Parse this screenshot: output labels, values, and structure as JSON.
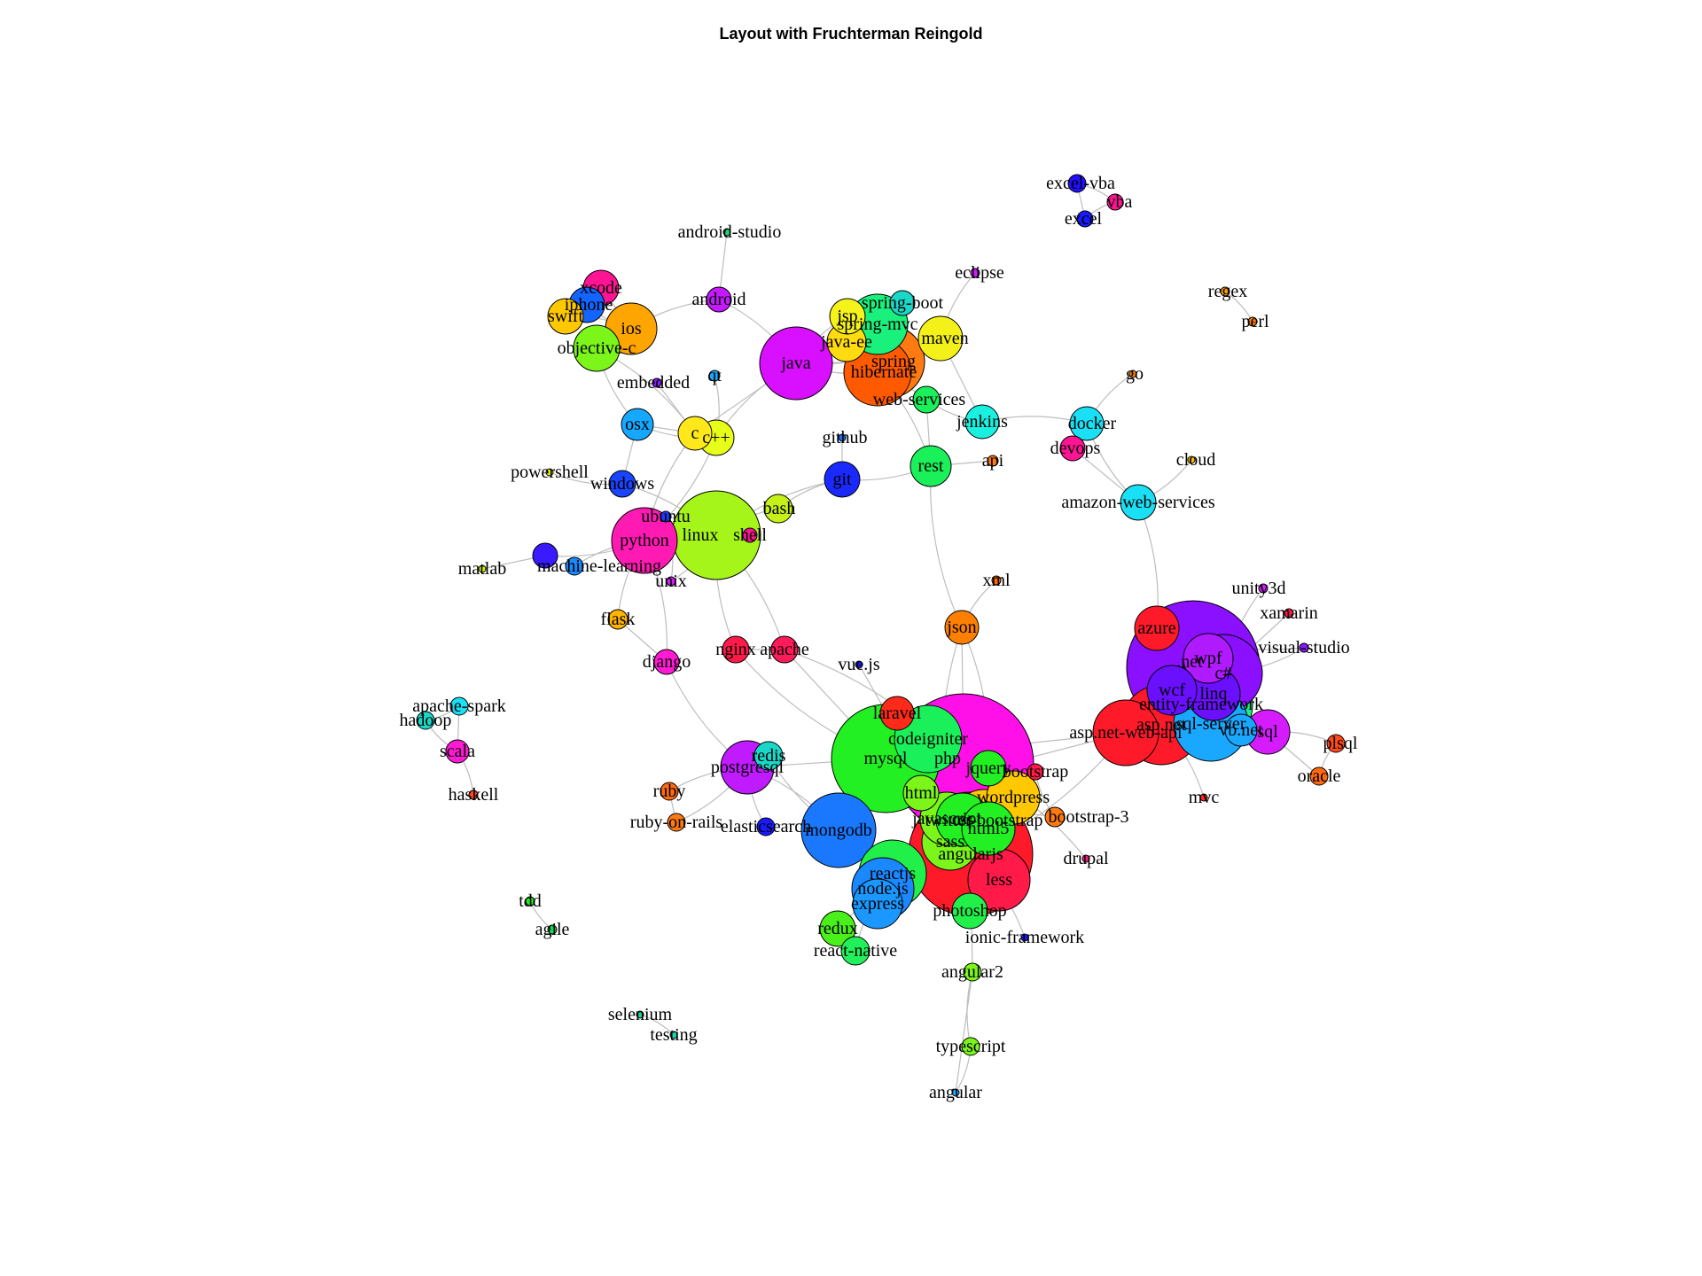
{
  "title": "Layout with Fruchterman Reingold",
  "graph": {
    "nodes": [
      {
        "id": "excel-vba",
        "label": "excel-vba",
        "color": "#2010ff"
      },
      {
        "id": "vba",
        "label": "vba",
        "color": "#ff1493"
      },
      {
        "id": "excel",
        "label": "excel",
        "color": "#1a1aff"
      },
      {
        "id": "android-studio",
        "label": "android-studio",
        "color": "#22d37a"
      },
      {
        "id": "eclipse",
        "label": "eclipse",
        "color": "#d41cff"
      },
      {
        "id": "regex",
        "label": "regex",
        "color": "#ff9f00"
      },
      {
        "id": "perl",
        "label": "perl",
        "color": "#ff8000"
      },
      {
        "id": "xcode",
        "label": "xcode",
        "color": "#ff1493"
      },
      {
        "id": "iphone",
        "label": "iphone",
        "color": "#1464ff"
      },
      {
        "id": "swift",
        "label": "swift",
        "color": "#ffc800"
      },
      {
        "id": "ios",
        "label": "ios",
        "color": "#ffa500"
      },
      {
        "id": "objective-c",
        "label": "objective-c",
        "color": "#7cf51a"
      },
      {
        "id": "android",
        "label": "android",
        "color": "#c51aff"
      },
      {
        "id": "spring-boot",
        "label": "spring-boot",
        "color": "#1ad8c8"
      },
      {
        "id": "jsp",
        "label": "jsp",
        "color": "#f6f31a"
      },
      {
        "id": "spring-mvc",
        "label": "spring-mvc",
        "color": "#1af07c"
      },
      {
        "id": "java-ee",
        "label": "java-ee",
        "color": "#ffdc10"
      },
      {
        "id": "maven",
        "label": "maven",
        "color": "#f4f01a"
      },
      {
        "id": "java",
        "label": "java",
        "color": "#d90fff"
      },
      {
        "id": "spring",
        "label": "spring",
        "color": "#ff7a10"
      },
      {
        "id": "hibernate",
        "label": "hibernate",
        "color": "#ff5a00"
      },
      {
        "id": "go",
        "label": "go",
        "color": "#ff8000"
      },
      {
        "id": "embedded",
        "label": "embedded",
        "color": "#8a1aff"
      },
      {
        "id": "qt",
        "label": "qt",
        "color": "#1aa8ff"
      },
      {
        "id": "web-services",
        "label": "web-services",
        "color": "#1af05a"
      },
      {
        "id": "jenkins",
        "label": "jenkins",
        "color": "#1af0e0"
      },
      {
        "id": "docker",
        "label": "docker",
        "color": "#1ae0f5"
      },
      {
        "id": "devops",
        "label": "devops",
        "color": "#ff1493"
      },
      {
        "id": "osx",
        "label": "osx",
        "color": "#16a8ff"
      },
      {
        "id": "c",
        "label": "c",
        "color": "#ffe81a"
      },
      {
        "id": "c++",
        "label": "c++",
        "color": "#e8ff1a"
      },
      {
        "id": "github",
        "label": "github",
        "color": "#1a6aff"
      },
      {
        "id": "cloud",
        "label": "cloud",
        "color": "#ffbe00"
      },
      {
        "id": "api",
        "label": "api",
        "color": "#ff7a10"
      },
      {
        "id": "rest",
        "label": "rest",
        "color": "#1af05a"
      },
      {
        "id": "powershell",
        "label": "powershell",
        "color": "#e0f000"
      },
      {
        "id": "git",
        "label": "git",
        "color": "#1a2aff"
      },
      {
        "id": "windows",
        "label": "windows",
        "color": "#1a44ff"
      },
      {
        "id": "amazon-web-services",
        "label": "amazon-web-services",
        "color": "#1ae0f5"
      },
      {
        "id": "bash",
        "label": "bash",
        "color": "#c6f01a"
      },
      {
        "id": "ubuntu",
        "label": "ubuntu",
        "color": "#1a3aff"
      },
      {
        "id": "linux",
        "label": "linux",
        "color": "#a6f51a"
      },
      {
        "id": "shell",
        "label": "shell",
        "color": "#ff1493"
      },
      {
        "id": "python",
        "label": "python",
        "color": "#ff1ab4"
      },
      {
        "id": "machine-learning",
        "label": "machine-learning",
        "color": "#1a88ff"
      },
      {
        "id": "ml-blue",
        "label": "",
        "color": "#3a1aff"
      },
      {
        "id": "matlab",
        "label": "matlab",
        "color": "#d4f000"
      },
      {
        "id": "unix",
        "label": "unix",
        "color": "#d41cff"
      },
      {
        "id": "xml",
        "label": "xml",
        "color": "#ff6a00"
      },
      {
        "id": "unity3d",
        "label": "unity3d",
        "color": "#d41cff"
      },
      {
        "id": "xamarin",
        "label": "xamarin",
        "color": "#ff1a4a"
      },
      {
        "id": "flask",
        "label": "flask",
        "color": "#ffb400"
      },
      {
        "id": "json",
        "label": "json",
        "color": "#ff8000"
      },
      {
        "id": "azure",
        "label": "azure",
        "color": "#ff1a2a"
      },
      {
        "id": "visual-studio",
        "label": "visual-studio",
        "color": "#8a1aff"
      },
      {
        "id": "nginx",
        "label": "nginx",
        "color": "#ff1a4a"
      },
      {
        "id": "apache",
        "label": "apache",
        "color": "#ff1a5a"
      },
      {
        "id": "django",
        "label": "django",
        "color": "#ff1ad4"
      },
      {
        "id": "vue.js",
        "label": "vue.js",
        "color": "#1a1aff"
      },
      {
        "id": "wpf",
        "label": "wpf",
        "color": "#b01aff"
      },
      {
        "id": ".net",
        "label": ".net",
        "color": "#8a10ff"
      },
      {
        "id": "c#",
        "label": "c#",
        "color": "#8a10ff"
      },
      {
        "id": "apache-spark",
        "label": "apache-spark",
        "color": "#1ae0f5"
      },
      {
        "id": "hadoop",
        "label": "hadoop",
        "color": "#1ad8c8"
      },
      {
        "id": "wcf",
        "label": "wcf",
        "color": "#6a10ff"
      },
      {
        "id": "linq",
        "label": "linq",
        "color": "#6a10ff"
      },
      {
        "id": "entity-framework",
        "label": "entity-framework",
        "color": "#1af08a"
      },
      {
        "id": "laravel",
        "label": "laravel",
        "color": "#ff2a1a"
      },
      {
        "id": "sql-server",
        "label": "sql-server",
        "color": "#1aa8ff"
      },
      {
        "id": "asp.net",
        "label": "asp.net",
        "color": "#ff1a2a"
      },
      {
        "id": "scala",
        "label": "scala",
        "color": "#ff1ad4"
      },
      {
        "id": "codeigniter",
        "label": "codeigniter",
        "color": "#1af05a"
      },
      {
        "id": "php",
        "label": "php",
        "color": "#ff10e8"
      },
      {
        "id": "asp.net-web-api",
        "label": "asp.net-web-api",
        "color": "#ff1a2a"
      },
      {
        "id": "vb.net",
        "label": "vb.net",
        "color": "#1aa8ff"
      },
      {
        "id": "sql",
        "label": "sql",
        "color": "#d41cff"
      },
      {
        "id": "plsql",
        "label": "plsql",
        "color": "#ff4a1a"
      },
      {
        "id": "redis",
        "label": "redis",
        "color": "#1ad8c8"
      },
      {
        "id": "mysql",
        "label": "mysql",
        "color": "#22f022"
      },
      {
        "id": "jquery",
        "label": "jquery",
        "color": "#22f022"
      },
      {
        "id": "bootstrap",
        "label": "bootstrap",
        "color": "#ff1a4a"
      },
      {
        "id": "postgresql",
        "label": "postgresql",
        "color": "#c01aff"
      },
      {
        "id": "oracle",
        "label": "oracle",
        "color": "#ff6a10"
      },
      {
        "id": "ruby",
        "label": "ruby",
        "color": "#ff6a10"
      },
      {
        "id": "html",
        "label": "html",
        "color": "#7cf51a"
      },
      {
        "id": "wordpress",
        "label": "wordpress",
        "color": "#ffc800"
      },
      {
        "id": "haskell",
        "label": "haskell",
        "color": "#ff4a1a"
      },
      {
        "id": "mvc",
        "label": "mvc",
        "color": "#ff2a1a"
      },
      {
        "id": "bootstrap-3",
        "label": "bootstrap-3",
        "color": "#ff7a10"
      },
      {
        "id": "javascript",
        "label": "javascript",
        "color": "#7cf51a"
      },
      {
        "id": "twitter-bootstrap",
        "label": "twitter-bootstrap",
        "color": "#ffc800"
      },
      {
        "id": "ruby-on-rails",
        "label": "ruby-on-rails",
        "color": "#ff7a10"
      },
      {
        "id": "elasticsearch",
        "label": "elasticsearch",
        "color": "#1a1aff"
      },
      {
        "id": "mongodb",
        "label": "mongodb",
        "color": "#1a78ff"
      },
      {
        "id": "css",
        "label": "css",
        "color": "#22f022"
      },
      {
        "id": "html5",
        "label": "html5",
        "color": "#22f022"
      },
      {
        "id": "sass",
        "label": "sass",
        "color": "#7cf51a"
      },
      {
        "id": "angularjs",
        "label": "angularjs",
        "color": "#ff1a2a"
      },
      {
        "id": "drupal",
        "label": "drupal",
        "color": "#ff1a8a"
      },
      {
        "id": "reactjs",
        "label": "reactjs",
        "color": "#22f04a"
      },
      {
        "id": "node.js",
        "label": "node.js",
        "color": "#1a88ff"
      },
      {
        "id": "express",
        "label": "express",
        "color": "#1a98ff"
      },
      {
        "id": "less",
        "label": "less",
        "color": "#ff1a4a"
      },
      {
        "id": "tdd",
        "label": "tdd",
        "color": "#22f022"
      },
      {
        "id": "photoshop",
        "label": "photoshop",
        "color": "#22f04a"
      },
      {
        "id": "agile",
        "label": "agile",
        "color": "#1ad85a"
      },
      {
        "id": "redux",
        "label": "redux",
        "color": "#4af01a"
      },
      {
        "id": "ionic-framework",
        "label": "ionic-framework",
        "color": "#1a1aff"
      },
      {
        "id": "react-native",
        "label": "react-native",
        "color": "#22f05a"
      },
      {
        "id": "angular2",
        "label": "angular2",
        "color": "#7cf51a"
      },
      {
        "id": "selenium",
        "label": "selenium",
        "color": "#1ad88a"
      },
      {
        "id": "testing",
        "label": "testing",
        "color": "#1ad8a8"
      },
      {
        "id": "typescript",
        "label": "typescript",
        "color": "#7cf51a"
      },
      {
        "id": "angular",
        "label": "angular",
        "color": "#1aa8ff"
      }
    ]
  }
}
